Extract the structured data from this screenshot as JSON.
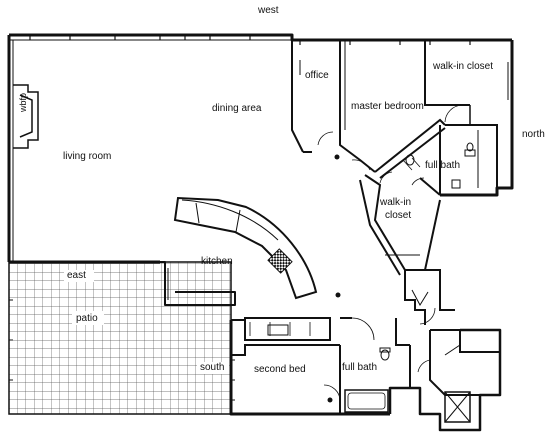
{
  "compass": {
    "west": "west",
    "north": "north",
    "east": "east",
    "south": "south"
  },
  "rooms": {
    "office": "office",
    "dining_area": "dining area",
    "master_bedroom": "master bedroom",
    "walk_in_closet_top": "walk-in closet",
    "wbfp": "wbfp",
    "living_room": "living room",
    "full_bath_top": "full bath",
    "walk_in_label": "walk-in",
    "closet_label": "closet",
    "kitchen": "kitchen",
    "patio": "patio",
    "second_bed": "second bed",
    "full_bath_bottom": "full bath"
  },
  "colors": {
    "wall": "#111111",
    "line": "#222222",
    "grid": "#555555",
    "background": "#ffffff"
  }
}
